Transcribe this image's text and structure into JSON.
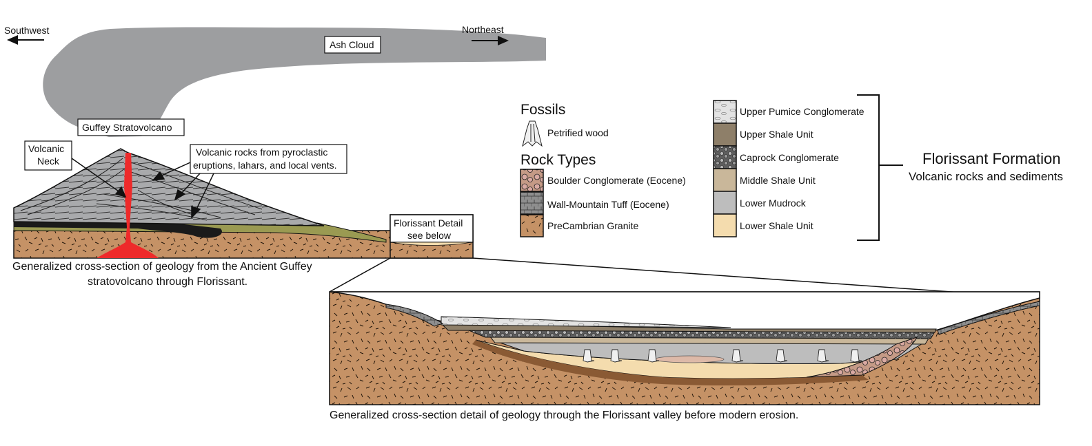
{
  "directions": {
    "southwest": "Southwest",
    "northeast": "Northeast"
  },
  "labels": {
    "ash_cloud": "Ash Cloud",
    "stratovolcano": "Guffey Stratovolcano",
    "volcanic_neck_line1": "Volcanic",
    "volcanic_neck_line2": "Neck",
    "pyroclastic_line1": "Volcanic rocks from pyroclastic",
    "pyroclastic_line2": "eruptions, lahars, and local vents.",
    "florissant_detail_line1": "Florissant Detail",
    "florissant_detail_line2": "see below"
  },
  "captions": {
    "top_line1": "Generalized cross-section of geology from the Ancient Guffey",
    "top_line2": "stratovolcano through Florissant.",
    "bottom": "Generalized cross-section detail of geology through the Florissant valley before modern erosion."
  },
  "legend": {
    "fossils_heading": "Fossils",
    "fossils": [
      {
        "label": "Petrified wood",
        "icon": "petrified-wood-icon"
      }
    ],
    "rock_types_heading": "Rock Types",
    "rock_types": [
      {
        "label": "Boulder Conglomerate (Eocene)",
        "color": "#c59a86"
      },
      {
        "label": "Wall-Mountain Tuff (Eocene)",
        "color": "#8c8c8c"
      },
      {
        "label": "PreCambrian Granite",
        "color": "#c59266"
      }
    ],
    "formation_units": [
      {
        "label": "Upper Pumice Conglomerate",
        "color": "#e6e6e6"
      },
      {
        "label": "Upper Shale Unit",
        "color": "#8e7f69"
      },
      {
        "label": "Caprock Conglomerate",
        "color": "#7f7f7f"
      },
      {
        "label": "Middle Shale Unit",
        "color": "#c9b79a"
      },
      {
        "label": "Lower Mudrock",
        "color": "#bdbdbd"
      },
      {
        "label": "Lower Shale Unit",
        "color": "#f4dcae"
      }
    ],
    "formation_title": "Florissant Formation",
    "formation_subtitle": "Volcanic rocks and sediments"
  },
  "colors": {
    "granite": "#c59266",
    "ash": "#9d9ea0",
    "volcano": "#a8a9ab",
    "olive": "#9a9a52",
    "lava": "#ee2a2a"
  }
}
